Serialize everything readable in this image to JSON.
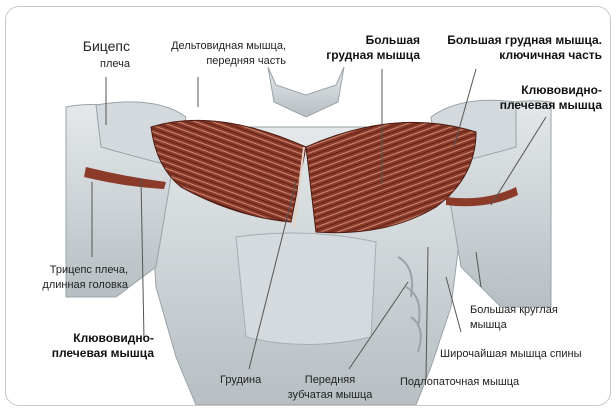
{
  "diagram": {
    "labels": {
      "biceps": [
        "Бицепс",
        "плеча"
      ],
      "deltoid": [
        "Дельтовидная мышца,",
        "передняя часть"
      ],
      "pec_major": [
        "Большая",
        "грудная мышца"
      ],
      "pec_clav": [
        "Большая грудная мышца.",
        "ключичная часть"
      ],
      "coraco_right": [
        "Клювовидно-",
        "плечевая мышца"
      ],
      "triceps": [
        "Трицепс плеча,",
        "длинная головка"
      ],
      "coraco_left": [
        "Клювовидно-",
        "плечевая мышца"
      ],
      "sternum": "Грудина",
      "serratus": [
        "Передняя",
        "зубчатая мышца"
      ],
      "teres_major": [
        "Большая круглая",
        "мышца"
      ],
      "latissimus": "Широчайшая мышца спины",
      "subscapularis": "Подлопаточная мышца"
    },
    "colors": {
      "muscle_red": "#8c3a2a",
      "muscle_light": "#c9d0d3",
      "leader_line": "#555555"
    }
  }
}
